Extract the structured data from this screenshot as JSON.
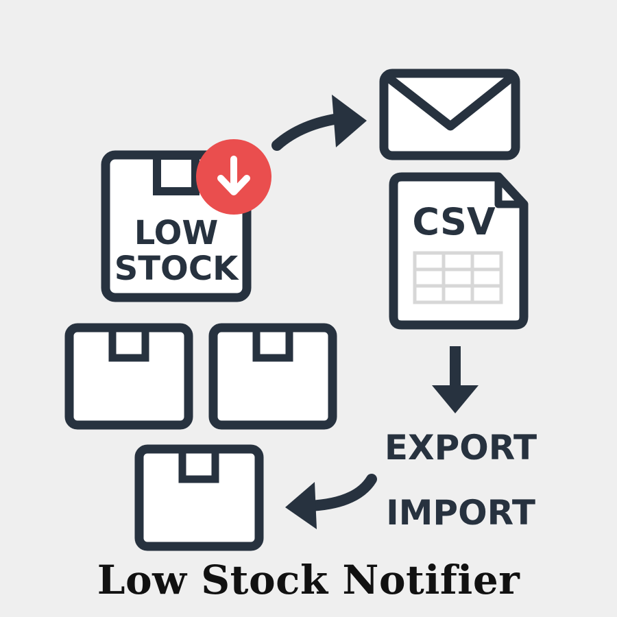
{
  "graphic": {
    "low_stock_box": {
      "line1": "LOW",
      "line2": "STOCK"
    },
    "csv_file_label": "CSV",
    "export_label": "EXPORT",
    "import_label": "IMPORT",
    "alert_badge_icon": "arrow-down-icon",
    "email_icon": "envelope-icon"
  },
  "title": "Low Stock Notifier",
  "colors": {
    "stroke": "#27323f",
    "box_fill": "#ffffff",
    "alert": "#ea4e4e",
    "background": "#efefef",
    "grid": "#d7d7d7",
    "title": "#111111"
  }
}
